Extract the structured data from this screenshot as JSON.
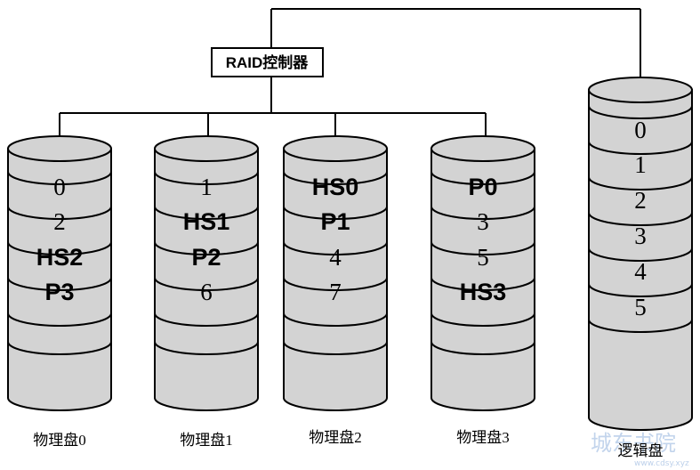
{
  "controller": {
    "label": "RAID控制器"
  },
  "physical_disks": [
    {
      "label": "物理盘0",
      "blocks": [
        {
          "text": "0",
          "style": "num"
        },
        {
          "text": "2",
          "style": "num"
        },
        {
          "text": "HS2",
          "style": "bold"
        },
        {
          "text": "P3",
          "style": "bold"
        }
      ]
    },
    {
      "label": "物理盘1",
      "blocks": [
        {
          "text": "1",
          "style": "num"
        },
        {
          "text": "HS1",
          "style": "bold"
        },
        {
          "text": "P2",
          "style": "bold"
        },
        {
          "text": "6",
          "style": "num"
        }
      ]
    },
    {
      "label": "物理盘2",
      "blocks": [
        {
          "text": "HS0",
          "style": "bold"
        },
        {
          "text": "P1",
          "style": "bold"
        },
        {
          "text": "4",
          "style": "num"
        },
        {
          "text": "7",
          "style": "num"
        }
      ]
    },
    {
      "label": "物理盘3",
      "blocks": [
        {
          "text": "P0",
          "style": "bold"
        },
        {
          "text": "3",
          "style": "num"
        },
        {
          "text": "5",
          "style": "num"
        },
        {
          "text": "HS3",
          "style": "bold"
        }
      ]
    }
  ],
  "logical_disk": {
    "label": "逻辑盘",
    "blocks": [
      "0",
      "1",
      "2",
      "3",
      "4",
      "5"
    ]
  },
  "watermark": {
    "main": "城东书院",
    "sub": "www.cdsy.xyz"
  },
  "colors": {
    "disk_fill": "#d3d3d3",
    "outline": "#000000",
    "watermark": "#bcd0ea"
  }
}
